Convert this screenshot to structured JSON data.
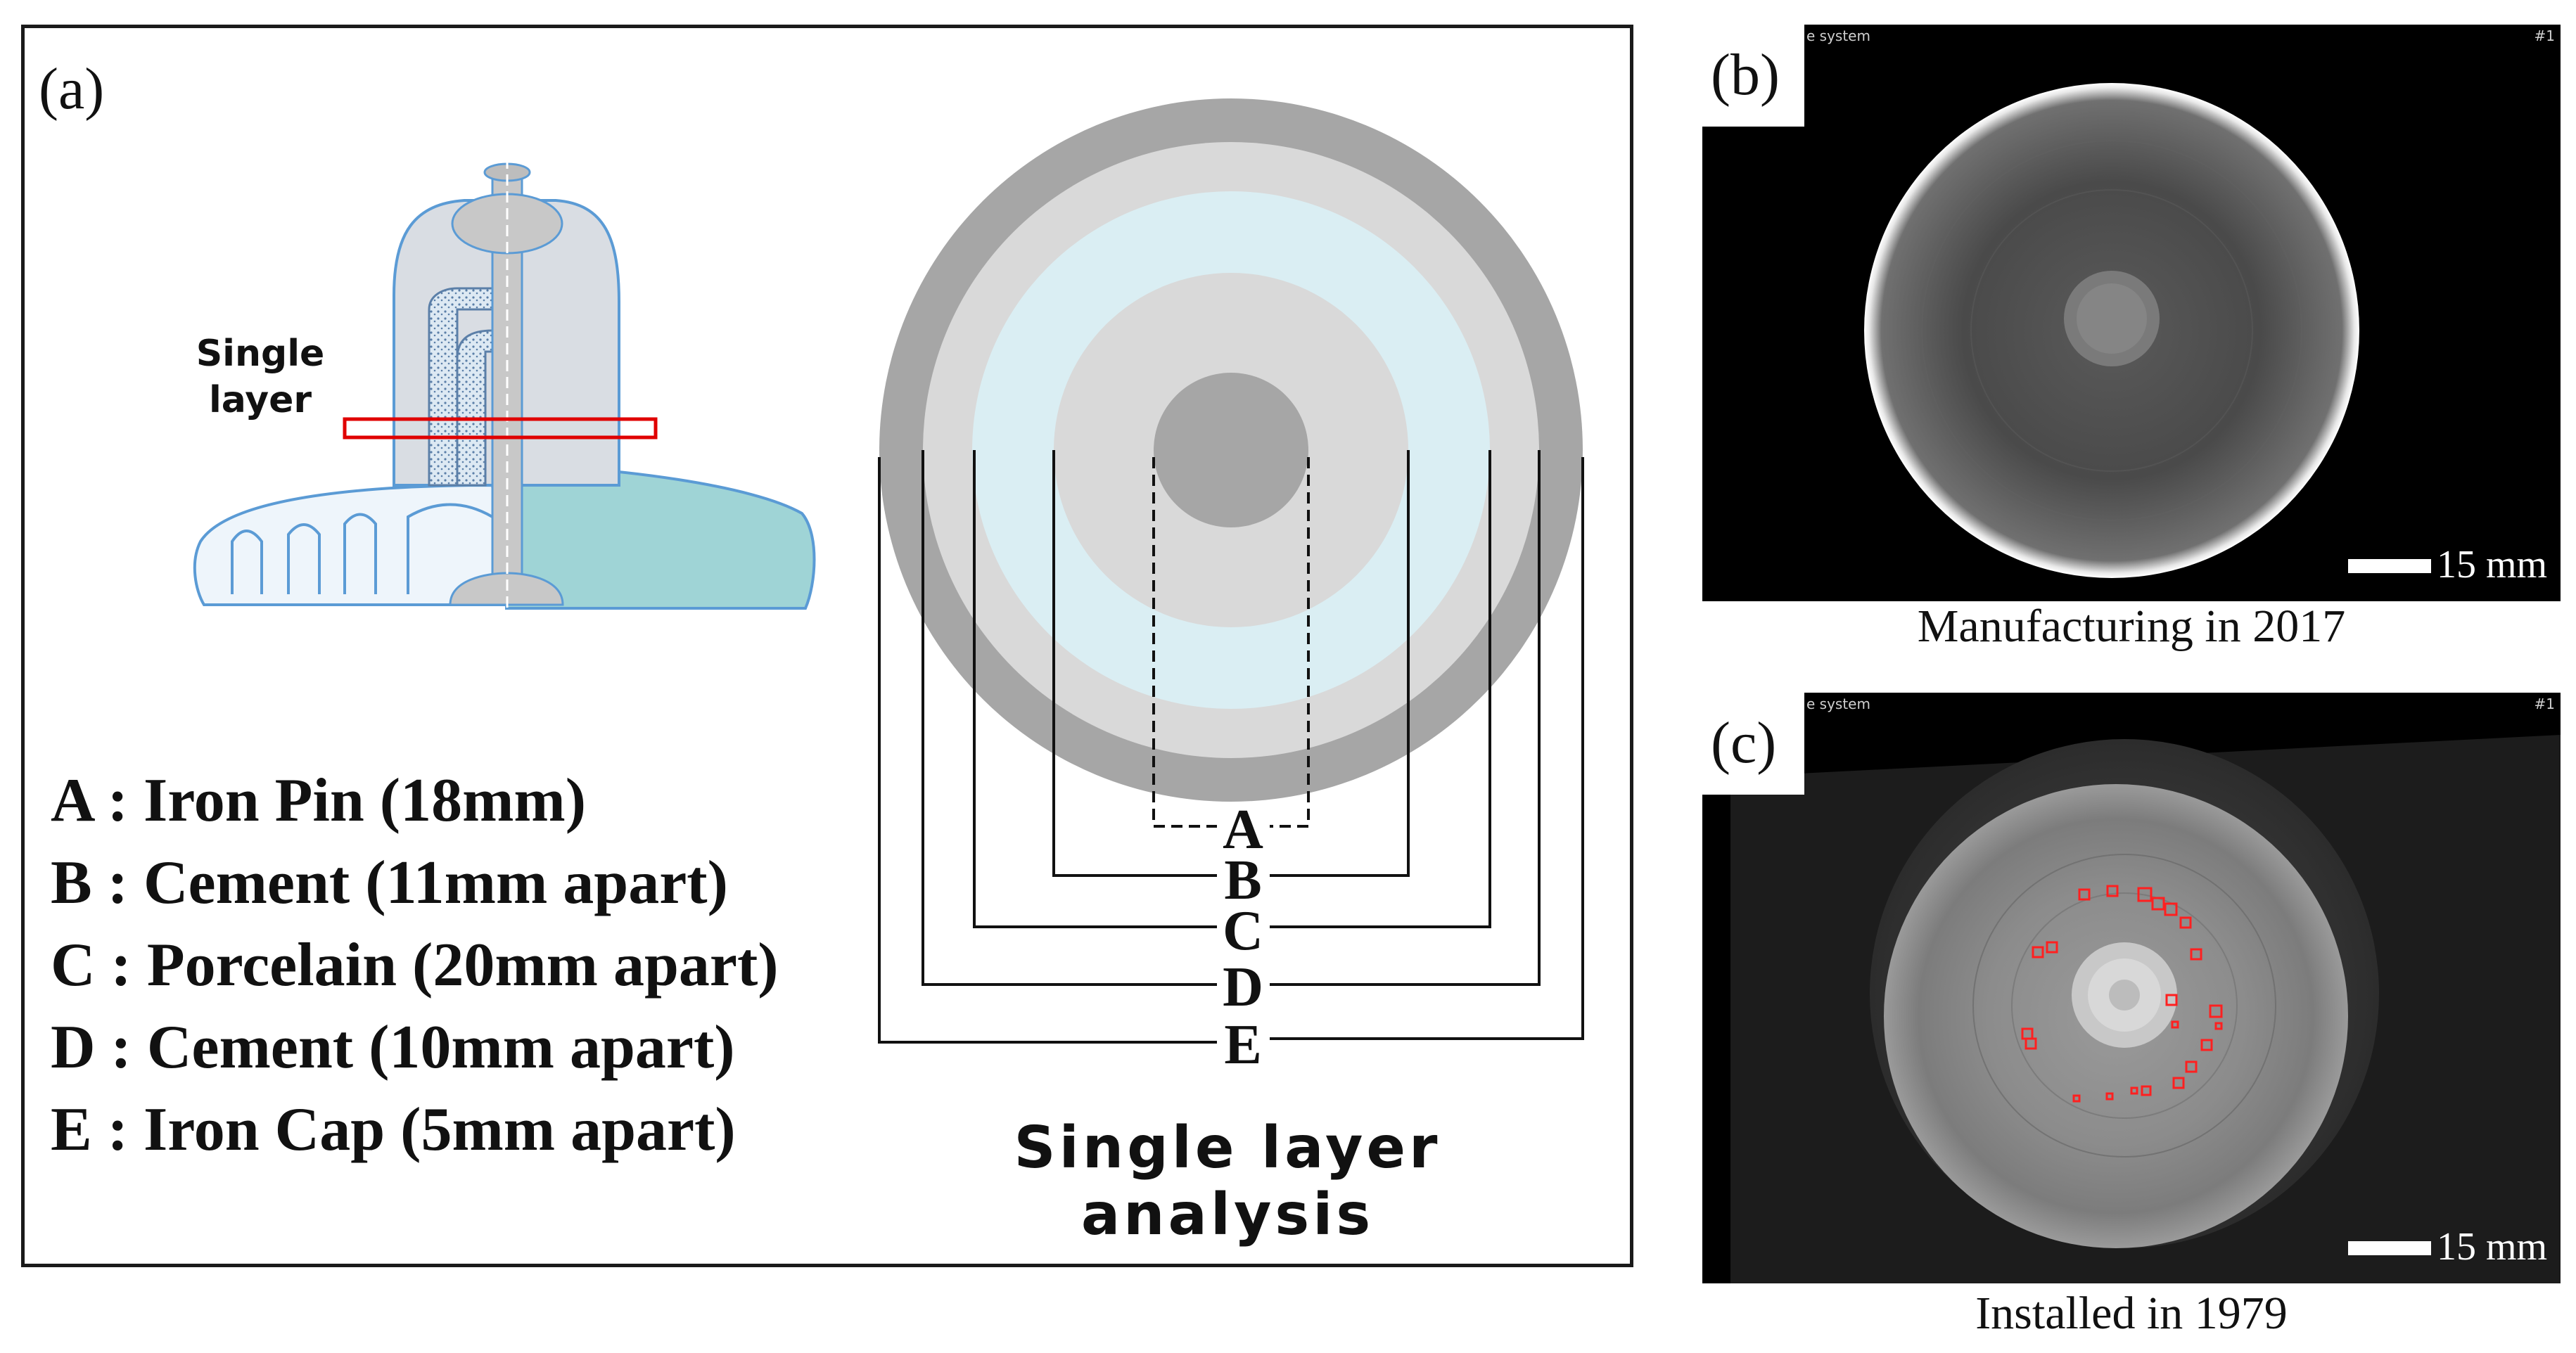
{
  "panel_a": {
    "label": "(a)",
    "single_layer_label": "Single\nlayer",
    "legend": [
      "A : Iron Pin (18mm)",
      "B : Cement (11mm apart)",
      "C : Porcelain (20mm apart)",
      "D : Cement (10mm apart)",
      "E : Iron Cap (5mm apart)"
    ],
    "ring_letters": [
      "A",
      "B",
      "C",
      "D",
      "E"
    ],
    "title": "Single layer analysis",
    "colors": {
      "iron": "#a6a6a6",
      "cement": "#d9d9d9",
      "porcelain": "#daeef3",
      "insulator_outline": "#5b9bd5",
      "insulator_fill": "#dde9f3",
      "teal": "#9fd4d6",
      "highlight": "#e00000"
    }
  },
  "panel_b": {
    "label": "(b)",
    "corner_left": "e system",
    "corner_right": "#1",
    "scale_text": "15 mm",
    "caption": "Manufacturing in 2017"
  },
  "panel_c": {
    "label": "(c)",
    "corner_left": "e system",
    "corner_right": "#1",
    "scale_text": "15 mm",
    "caption": "Installed in 1979"
  }
}
